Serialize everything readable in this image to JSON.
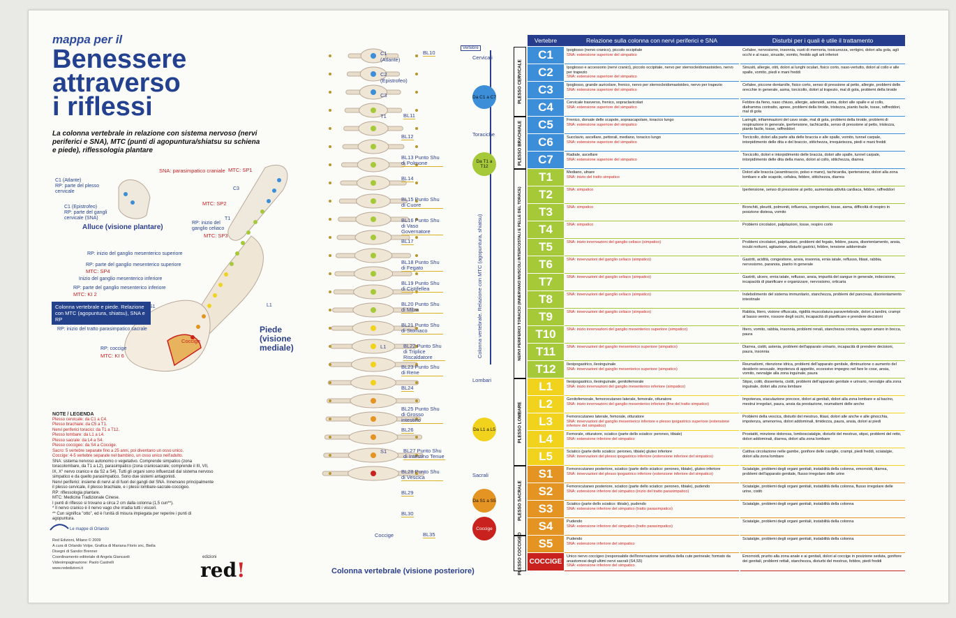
{
  "left": {
    "mappa": "mappa per il",
    "title1": "Benessere",
    "title2": "attraverso",
    "title3": "i riflessi",
    "subtitle": "La colonna vertebrale in relazione con sistema nervoso (nervi periferici e SNA), MTC (punti di agopuntura/shiatsu su schiena e piede), riflessologia plantare",
    "alluce_title": "Alluce (visione plantare)",
    "piede_title": "Piede (visione mediale)",
    "c1_label": "C1 (Atlante)",
    "c1_rp": "RP: parte del plesso cervicale",
    "c2_label": "C1 (Epistrofeo)",
    "c2_rp": "RP: parte del gangli cervicale (SNA)",
    "sna_cranio": "SNA: parasimpatico craniale",
    "mtc_sp1": "MTC: SP1",
    "c3": "C3",
    "mtc_sp2": "MTC: SP2",
    "t1": "T1",
    "rp_celiaco": "RP: inizio del ganglio celiaco",
    "mtc_sp3": "MTC: SP3",
    "rp_mes_sup": "RP: inizio del ganglio mesenterico superiore",
    "rp_parte_mes": "RP: parte del ganglio mesenterico superiore",
    "mtc_sp4": "MTC: SP4",
    "inizio_mes_inf": "Inizio del ganglio mesenterico inferiore",
    "rp_mes_inf": "RP: parte del ganglio mesenterico inferiore",
    "mtc_ki2": "MTC: KI 2",
    "l1": "L1",
    "s1": "S1",
    "bluebox": "Colonna vertebrale e piede. Relazione con MTC (agopuntura, shiatsu), SNA e RP",
    "rp_sacrale": "RP: inizio del tratto parasimpatico sacrale",
    "coccige": "Coccige",
    "rp_coccige": "RP: coccige",
    "mtc_ki6": "MTC: KI 6",
    "legend_title": "NOTE / LEGENDA",
    "legend_lines": [
      "Plesso cervicale: da C1 a C4.",
      "Plesso brachiale: da C5 a T1.",
      "Nervi periferici toracici: da T1 a T12.",
      "Plesso lombare: da L1 a L4.",
      "Plesso sacrale: da L4 a S4.",
      "Plesso coccigeo: da S4 a Coccige.",
      "Sacro: 5 vertebre separate fino a 25 anni, poi diventano un osso unico.",
      "Coccige: 4-5 vertebre separate nel bambino, un osso unico nell'adulto.",
      "SNA: sistema nervoso autonomo o vegetativo. Comprende simpatico (zona toracolombare, da T1 a L2), parasimpatico (zona craniosacrale; comprende il III, VII, IX, X° nervo cranico e da S2 a S4). Tutti gli organi sono influenzati dal sistema nervoso simpatico e da quello parasimpatico. Sono due sistemi antagonisti.",
      "Nervi periferici: insieme di nervi al di fuori dei gangli del SNA. Innervano principalmente il plesso cervicale, il plesso brachiale, e i plessi lombare-sacrale-coccigeo.",
      "RP: riflessologia plantare.",
      "MTC: Medicina Tradizionale Cinese.",
      "I punti di riflesso si trovano a circa 2 cm dalla colonna (1,5 cun**).",
      "* Il nervo cranico è il nervo vago che irradia tutti i visceri.",
      "** Cun significa \"otto\", ed è l'unità di misura impiegata per reperire i punti di agopuntura."
    ],
    "logo_mappe": "Le mappe di Orlando",
    "credits": [
      "Red Edizioni, Milano © 2009",
      "A cura di Orlando Volpe. Grafica di Mariana Florio snc, Biella",
      "Disegni di Sandor Brenner",
      "Coordinamento editoriale di Angela Giancardi",
      "Videoimpaginazione: Paolo Castrelli",
      "www.rededizioni.it"
    ],
    "edizioni": "edizioni",
    "red": "red",
    "red_excl": "!"
  },
  "spine": {
    "caption": "Colonna vertebrale (visione posteriore)",
    "vert_label": "Vertebre",
    "vert_text": "Colonna vertebrale. Relazione con MTC (agopuntura, shiatsu)",
    "regions": [
      "Cervicali",
      "Toraciche",
      "Lombari",
      "Sacrali"
    ],
    "circles": [
      {
        "text": "Da C1 a C7",
        "color": "#3c8ed8"
      },
      {
        "text": "Da T1 a T12",
        "color": "#a6c93a"
      },
      {
        "text": "Da L1 a L5",
        "color": "#f1d21c"
      },
      {
        "text": "Da S1 a S5",
        "color": "#e49422"
      },
      {
        "text": "Coccige",
        "color": "#c9211d"
      }
    ],
    "labels": [
      {
        "t": "C1 (Atlante)",
        "tag": "BL10"
      },
      {
        "t": "C2 (Epistrofeo)",
        "tag": ""
      },
      {
        "t": "C3",
        "tag": ""
      },
      {
        "t": "T1",
        "tag": "BL11"
      },
      {
        "t": "",
        "tag": "BL12"
      },
      {
        "t": "",
        "tag": "BL13 Punto Shu di Polmone"
      },
      {
        "t": "",
        "tag": "BL14"
      },
      {
        "t": "",
        "tag": "BL15 Punto Shu di Cuore"
      },
      {
        "t": "",
        "tag": "BL16 Punto Shu di Vaso Governatore"
      },
      {
        "t": "",
        "tag": "BL17"
      },
      {
        "t": "",
        "tag": "BL18 Punto Shu di Fegato"
      },
      {
        "t": "",
        "tag": "BL19 Punto Shu di Cistifellea"
      },
      {
        "t": "",
        "tag": "BL20 Punto Shu di Milza"
      },
      {
        "t": "",
        "tag": "BL21 Punto Shu di Stomaco"
      },
      {
        "t": "L1",
        "tag": "BL22 Punto Shu di Triplice Riscaldatore"
      },
      {
        "t": "",
        "tag": "BL23 Punto Shu di Rene"
      },
      {
        "t": "",
        "tag": "BL24"
      },
      {
        "t": "",
        "tag": "BL25 Punto Shu di Grosso intestino"
      },
      {
        "t": "",
        "tag": "BL26"
      },
      {
        "t": "S1",
        "tag": "BL27 Punto Shu di Intestino Tenue"
      },
      {
        "t": "",
        "tag": "BL28 Punto Shu di Vescica"
      },
      {
        "t": "",
        "tag": "BL29"
      },
      {
        "t": "",
        "tag": "BL30"
      },
      {
        "t": "Coccige",
        "tag": "BL35"
      }
    ]
  },
  "table": {
    "headers": [
      "Vertebre",
      "Relazione sulla colonna con nervi periferici e SNA",
      "Disturbi per i quali è utile il trattamento"
    ],
    "plessi": [
      {
        "name": "PLESSO CERVICALE",
        "rows": 4
      },
      {
        "name": "PLESSO BRACHIALE",
        "rows": 3
      },
      {
        "name": "NERVI PERIFERICI TORACICI (INNERVANO MUSCOLI INTERCOSTALI E PELLE DEL TORACE)",
        "rows": 12
      },
      {
        "name": "PLESSO LOMBARE",
        "rows": 5
      },
      {
        "name": "PLESSO SACRALE",
        "rows": 4
      },
      {
        "name": "PLESSO COCCIGEO",
        "rows": 2
      }
    ],
    "rows": [
      {
        "v": "C1",
        "c": "#3c8ed8",
        "n": "Ipoglosso (nervo cranico), piccolo occipitale",
        "s": "SNA: estensione superiore del simpatico",
        "d": "Cefalee, nervosismo, insonnia, vuoti di memoria, tosicurezza, vertigini, dolori alla gola, agli occhi e al naso, sinusite, vomito, freddo agli arti inferiori"
      },
      {
        "v": "C2",
        "c": "#3c8ed8",
        "n": "Ipoglosso e accessorio (nervi cranici), piccolo occipitale, nervo per sternocleidomastoideo, nervo per trapezio",
        "s": "SNA: estensione superiore del simpatico",
        "d": "Sinusiti, allergie, otiti, dolori ai lunghi oculari, fisico corto, naso-vertutto, dolori al collo e alle spalle, vomito, piedi e mani freddi"
      },
      {
        "v": "C3",
        "c": "#3c8ed8",
        "n": "Ipoglosso, grande auricolare, frenico, nervo per sternocleidomastoideo, nervo per trapezio",
        "s": "SNA: estensione superiore del simpatico",
        "d": "Cefalee, piccone dentarolle, fisico corto, senso di pressione al petto, allergie, problemi delle orecchie in generale, asma, torcicollo, dolori al trapezio, mal di gola, problemi della tiroide"
      },
      {
        "v": "C4",
        "c": "#3c8ed8",
        "n": "Cervicale trasverso, frenico, sopraclavicolari",
        "s": "SNA: estensione superiore del simpatico",
        "d": "Febbre da fieno, naso chiuso, allergie, adenoidi, asma, dolori alle spalle e al collo, diaframma contratto, apnee, problemi della tiroide, tristezza, pianto facile, tosse, raffreddori, mal di gola"
      },
      {
        "v": "C5",
        "c": "#3c8ed8",
        "n": "Frenico, dorsale delle scapole, soprascapolare, toracico lungo",
        "s": "SNA: estensione superiore del simpatico",
        "d": "Laringiti, infiammazioni del cavo orale, mal di gola, problemi della tiroide, problemi di respirazione in generale, ipertensione, tachicardia, senso di pressione al petto, tristezza, pianto facile, tosse, raffreddori"
      },
      {
        "v": "C6",
        "c": "#3c8ed8",
        "n": "Succlavio, ascellare, pettorali, mediano, toracico lungo",
        "s": "SNA: estensione superiore del simpatico",
        "d": "Torcicollo, dolori alla parte alta delle braccia e alle spalle, vomito, tunnel carpale, intorpidimento delle dita e del braccio, stitichezza, irrequietezza, piedi e mani freddi"
      },
      {
        "v": "C7",
        "c": "#3c8ed8",
        "n": "Radiale, ascellare",
        "s": "SNA: estensione superiore del simpatico",
        "d": "Torcicollo, dolori e intorpidimento delle braccia, dolori alle spalle, tunnel carpale, intorpidimento delle dita della mano, dolori al collo, stitichezza, diarrea"
      },
      {
        "v": "T1",
        "c": "#a6c93a",
        "n": "Mediano, ulnare",
        "s": "SNA: inizio del tratto simpatico",
        "d": "Dolori alle braccia (avambraccio, polso e mano), tachicardia, ipertensione, dolori alla zona lombare e alle scapole, cefalea, febbre, stitichezza, diarrea"
      },
      {
        "v": "T2",
        "c": "#a6c93a",
        "n": "",
        "s": "SNA: simpatico",
        "d": "Ipertensione, senso di pressione al petto, aumentata attività cardiaca, febbre, raffreddori"
      },
      {
        "v": "T3",
        "c": "#a6c93a",
        "n": "",
        "s": "SNA: simpatico",
        "d": "Bronchiti, pleuriti, polmoniti, influenza, congestioni, tosse, asma, difficoltà di respiro in posizione distesa, vomito"
      },
      {
        "v": "T4",
        "c": "#a6c93a",
        "n": "",
        "s": "SNA: simpatico",
        "d": "Problemi circolatori, palpitazioni, tosse, respiro corto"
      },
      {
        "v": "T5",
        "c": "#a6c93a",
        "n": "",
        "s": "SNA: inizio innervazioni del ganglio celiaco (simpatico)",
        "d": "Problemi circolatori, palpitazioni, problemi del fegato, febbre, paura, disorientamento, ansia, incubi notturni, agitazione, disturbi gastrici, febbre, tensione addominale"
      },
      {
        "v": "T6",
        "c": "#a6c93a",
        "n": "",
        "s": "SNA: innervazioni del ganglio celiaco (simpatico)",
        "d": "Gastriti, acidità, congestione, ansia, insonnia, ernia iatale, reflusso, litiasi, rabbia, nervosismo, paranoia, pianto in generale"
      },
      {
        "v": "T7",
        "c": "#a6c93a",
        "n": "",
        "s": "SNA: innervazioni del ganglio celiaco (simpatico)",
        "d": "Gastriti, ulcere, ernia iatale, reflusso, ansia, impurità del sangue in generale, indecisione, incapacità di pianificare e organizzare, nervosismo, orticaria"
      },
      {
        "v": "T8",
        "c": "#a6c93a",
        "n": "",
        "s": "SNA: innervazioni del ganglio celiaco (simpatico)",
        "d": "Indebolimento del sistema immunitario, stanchezza, problemi del pancreas, disorientamento intestinale"
      },
      {
        "v": "T9",
        "c": "#a6c93a",
        "n": "",
        "s": "SNA: innervazioni del ganglio celiaco (simpatico)",
        "d": "Rabbia, litero, visione offuscata, rigidità muscolatura paravertebrale, dolori a landini, crampi al basso ventre, rossore degli occhi, incapacità di pianificare e prendere decisioni"
      },
      {
        "v": "T10",
        "c": "#a6c93a",
        "n": "",
        "s": "SNA: inizio innervazioni del ganglio mesenterico superiore (simpatico)",
        "d": "Ittero, vomito, rabbia, insonnia, problemi renali, stanchezza cronica, sapore amaro in bocca, paura"
      },
      {
        "v": "T11",
        "c": "#a6c93a",
        "n": "",
        "s": "SNA: innervazioni del ganglio mesenterico superiore (simpatico)",
        "d": "Diarrea, cistiti, astenia, problemi dell'apparato urinario, incapacità di prendere decisioni, paura, insonnia"
      },
      {
        "v": "T12",
        "c": "#a6c93a",
        "n": "Ileoipogastrico, ileoinguinale",
        "s": "SNA: innervazioni del ganglio mesenterico superiore (simpatico)",
        "d": "Reumatismi, ritenzione idrica, problemi dell'apparato genitale, diminuzione o aumento del desiderio sessuale, impotenza di appetito, eccessivo impegno nel fare le cose, ansia, vomito, nevralgie alla zona inguinale, paura"
      },
      {
        "v": "L1",
        "c": "#f1d21c",
        "n": "Ileoipogastrico, ileoinguinale, genitofemorale",
        "s": "SNA: inizio innervazioni del ganglio mesenterico inferiore (simpatico)",
        "d": "Stipsi, coliti, dissenteria, cistiti, problemi dell'apparato genitale e urinario, nevralgie alla zona inguinale, dolori alla zona lombare"
      },
      {
        "v": "L2",
        "c": "#f1d21c",
        "n": "Genitofemorale, femorocutaneo laterale, femorale, otturatore",
        "s": "SNA: inizio innervazioni del ganglio mesenterico inferiore (fine del tratto simpatico)",
        "d": "Impotenza, eiaculazione precoce, dolori ai genitali, dolori alla zona lombare e al bacino, mestrui irregolari, paura, ansia da prestazione, reumatismi delle anche"
      },
      {
        "v": "L3",
        "c": "#f1d21c",
        "n": "Femorocutaneo laterale, femorale, otturatore",
        "s": "SNA: innervazioni del ganglio mesenterico inferiore e plesso ipogastrico superiore (estensione inferiore del simpatico)",
        "d": "Problemi della vescica, disturbi del mestruo, litiasi, dolori alle anche e alle ginocchia, impotenza, amenorrea, dolori addominali, timidezza, paura, ansia, dolori ai piedi"
      },
      {
        "v": "L4",
        "c": "#f1d21c",
        "n": "Femorale, otturatore, sciatico (parte dello sciatico: peroneo, tibiale)",
        "s": "SNA: estensione inferiore del simpatico",
        "d": "Prostatiti, minzione dolorosa, lombosciatalgie, disturbi del mestruo, stipsi, problemi del retto, dolori addominali, diarrea, dolori alla zona lombare"
      },
      {
        "v": "L5",
        "c": "#f1d21c",
        "n": "Sciatico (parte dello sciatico: peroneo, tibiale) gluteo inferiore",
        "s": "SNA: innervazioni del plesso ipogastrico inferiore (estensione inferiore del simpatico)",
        "d": "Cattiva circolazione nelle gambe, gonfiore delle caviglie, crampi, piedi freddi, sciatalgie, dolori alla zona lombare"
      },
      {
        "v": "S1",
        "c": "#e49422",
        "n": "Femorocutaneo posteriore, sciatico (parte dello sciatico: peroneo, tibiale), gluteo inferiore",
        "s": "SNA: innervazioni del plesso ipogastrico inferiore (estensione inferiore del simpatico)",
        "d": "Sciatalgie, problemi degli organi genitali, instabilità della colonna, emorroidi, diarrea, problemi dell'apparato genitale, flusso irregolare delle urine"
      },
      {
        "v": "S2",
        "c": "#e49422",
        "n": "Femorocutaneo posteriore, sciatico (parte dello sciatico: peroneo, tibiale), pudendo",
        "s": "SNA: estensione inferiore del simpatico (inizio del tratto parasimpatico)",
        "d": "Sciatalgie, problemi degli organi genitali, instabilità della colonna, flusso irregolare delle urine, cistiti"
      },
      {
        "v": "S3",
        "c": "#e49422",
        "n": "Sciatico (parte dello sciatico: tibiale), pudendo",
        "s": "SNA: estensione inferiore del simpatico (tratto parasimpatico)",
        "d": "Sciatalgie, problemi degli organi genitali, instabilità della colonna"
      },
      {
        "v": "S4",
        "c": "#e49422",
        "n": "Pudendo",
        "s": "SNA: estensione inferiore del simpatico (tratto parasimpatico)",
        "d": "Sciatalgie, problemi degli organi genitali, instabilità della colonna"
      },
      {
        "v": "S5",
        "c": "#e49422",
        "n": "Pudendo",
        "s": "SNA: estensione inferiore del simpatico",
        "d": "Sciatalgie, problemi degli organi genitali, instabilità della colonna"
      },
      {
        "v": "COCCIGE",
        "c": "#c9211d",
        "n": "Unico nervo coccigeo (responsabile dell'innervazione sensitiva della cute perineale; formato da anastomosi degli ultimi nervi sacrali (S4,S5)",
        "s": "SNA: estensione inferiore del simpatico",
        "d": "Emorroidi, prurito alla zona anale e ai genitali, dolori al coccige in posizione seduta, gonfiore dei genitali, problemi rettali, stanchezza, disturbi del mestruo, febbre, piedi freddi"
      }
    ]
  }
}
